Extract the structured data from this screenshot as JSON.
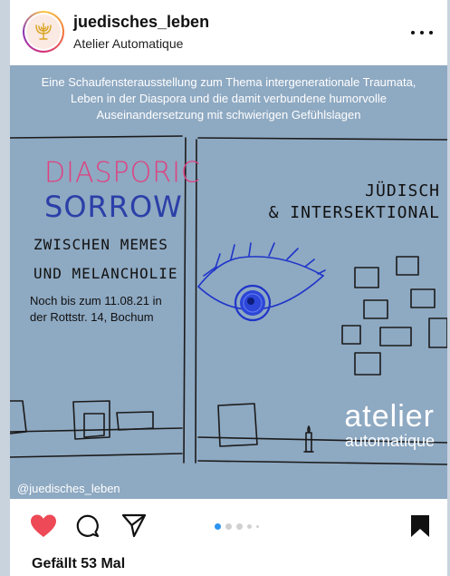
{
  "header": {
    "username": "juedisches_leben",
    "location": "Atelier Automatique",
    "avatar_icon": "menorah-icon",
    "more_icon": "more-options-icon"
  },
  "post": {
    "banner": "Eine Schaufensterausstellung zum Thema intergenerationale Traumata, Leben in der Diaspora und die damit verbundene humorvolle Auseinandersetzung mit schwierigen Gefühlslagen",
    "title_line1": "DIASPORIC",
    "title_line2": "SORROW",
    "subtitle_line1": "ZWISCHEN MEMES",
    "subtitle_line2": "UND MELANCHOLIE",
    "dates_line1": "Noch bis zum 11.08.21 in",
    "dates_line2": "der Rottstr. 14, Bochum",
    "right_line1": "JÜDISCH",
    "right_line2": "& INTERSEKTIONAL",
    "brand_line1": "atelier",
    "brand_line2": "automatique",
    "handle": "@juedisches_leben",
    "colors": {
      "background": "#8ea9c2",
      "diaspora": "#e0407f",
      "sorrow": "#2b3fa8",
      "eye": "#1f35c9"
    }
  },
  "actions": {
    "like_icon": "heart-icon",
    "comment_icon": "comment-icon",
    "share_icon": "send-icon",
    "save_icon": "bookmark-icon",
    "carousel_index": 1,
    "carousel_visible_dots": 5,
    "like_color": "#ed4956",
    "dot_active_color": "#2b95f0"
  },
  "likes": "Gefällt 53 Mal"
}
